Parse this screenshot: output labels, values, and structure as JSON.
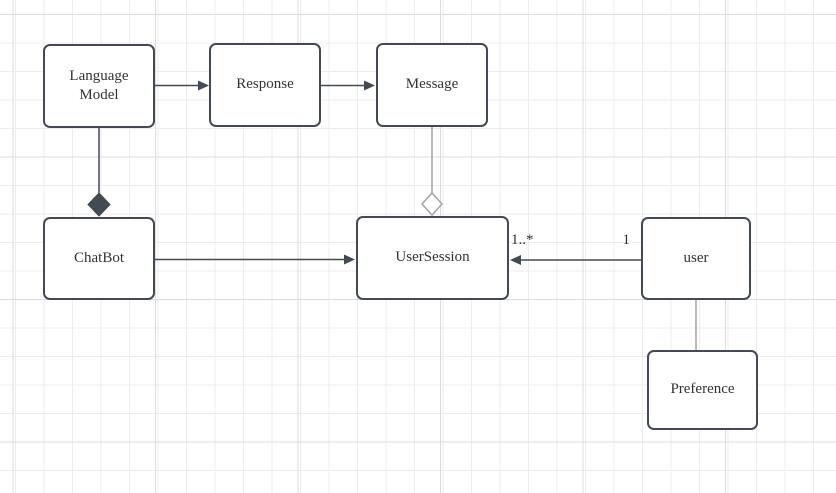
{
  "diagram": {
    "type": "uml-class-diagram",
    "colors": {
      "node_border": "#434a54",
      "node_fill": "#ffffff",
      "text": "#333333",
      "connector_dark": "#434a54",
      "connector_light": "#a3a3a3",
      "grid_minor": "#ececec",
      "grid_major": "#dcdcdc",
      "canvas_background": "#ffffff"
    },
    "nodes": [
      {
        "id": "language-model",
        "label": "Language\nModel"
      },
      {
        "id": "response",
        "label": "Response"
      },
      {
        "id": "message",
        "label": "Message"
      },
      {
        "id": "chatbot",
        "label": "ChatBot"
      },
      {
        "id": "usersession",
        "label": "UserSession"
      },
      {
        "id": "user",
        "label": "user"
      },
      {
        "id": "preference",
        "label": "Preference"
      }
    ],
    "edges": [
      {
        "from": "language-model",
        "to": "response",
        "type": "directed-arrow"
      },
      {
        "from": "response",
        "to": "message",
        "type": "directed-arrow"
      },
      {
        "from": "chatbot",
        "to": "usersession",
        "type": "directed-arrow"
      },
      {
        "from": "user",
        "to": "usersession",
        "type": "directed-arrow",
        "source_label": "1",
        "target_label": "1..*"
      },
      {
        "from": "language-model",
        "to": "chatbot",
        "type": "composition-filled-diamond"
      },
      {
        "from": "message",
        "to": "usersession",
        "type": "aggregation-hollow-diamond"
      },
      {
        "from": "user",
        "to": "preference",
        "type": "plain-line"
      }
    ]
  }
}
